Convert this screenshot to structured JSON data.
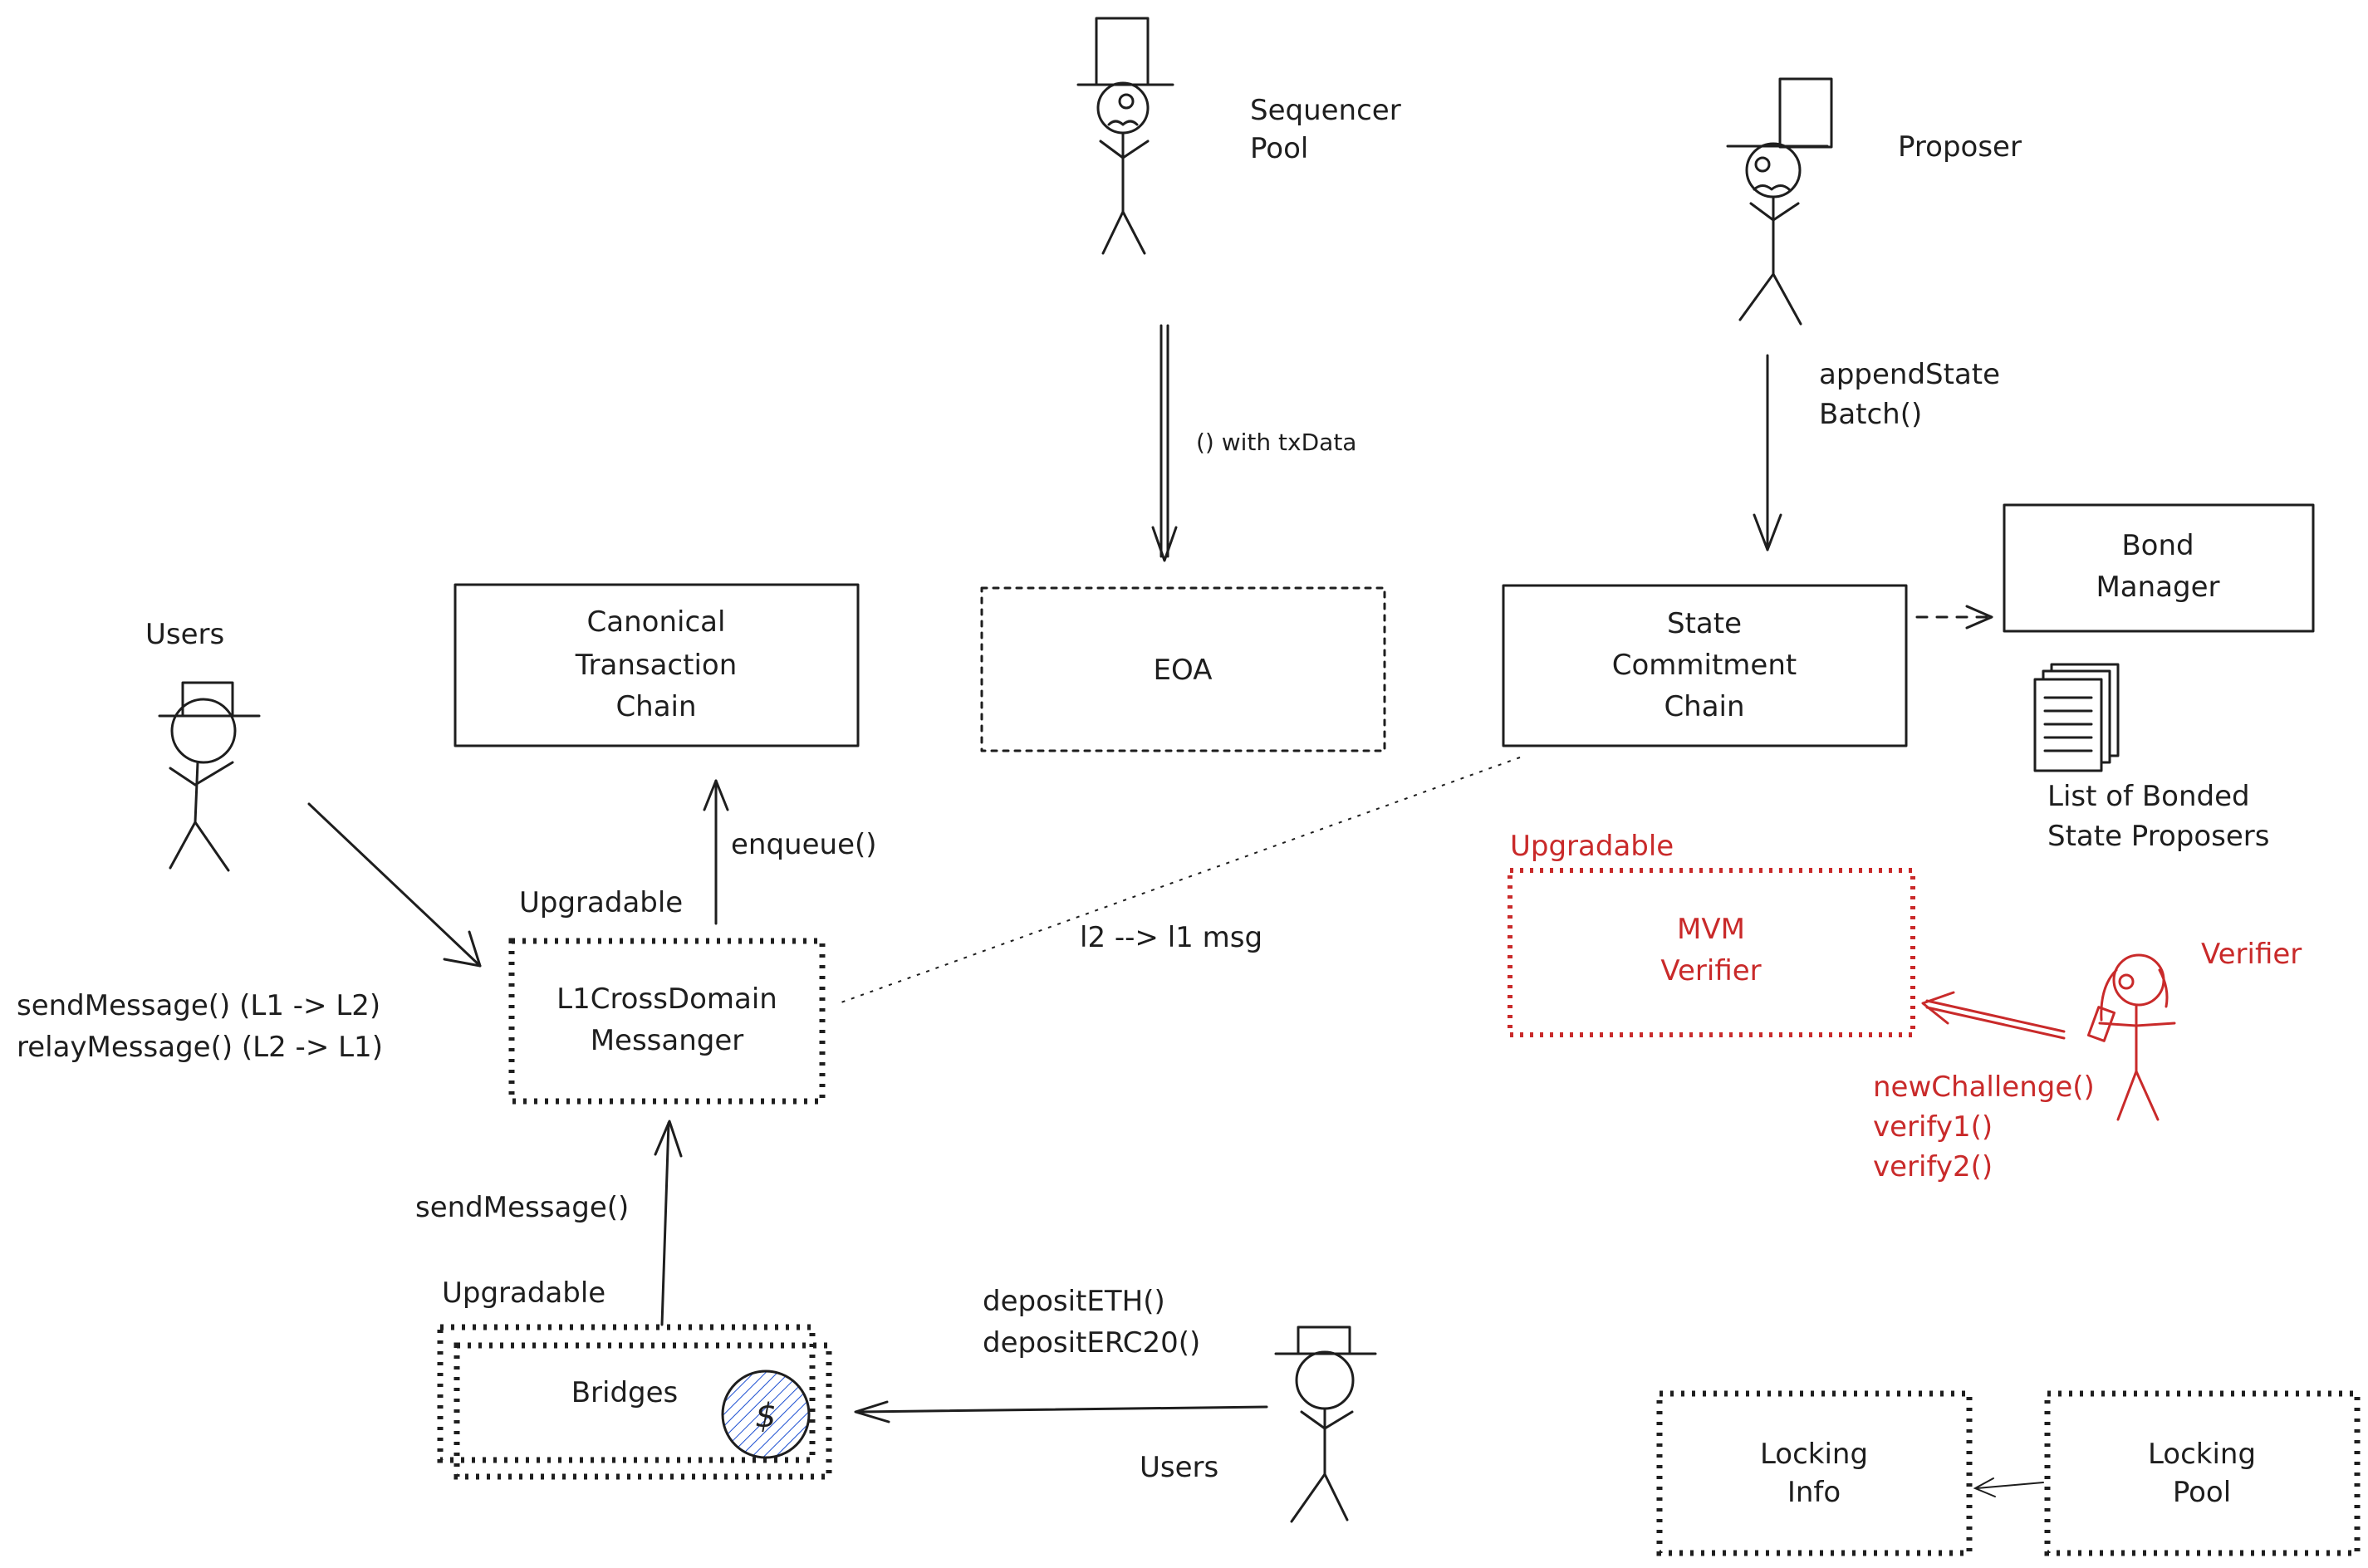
{
  "actors": {
    "sequencer": [
      "Sequencer",
      "Pool"
    ],
    "proposer": "Proposer",
    "users_left": "Users",
    "users_bottom": "Users",
    "verifier": "Verifier"
  },
  "boxes": {
    "ctc": [
      "Canonical",
      "Transaction",
      "Chain"
    ],
    "eoa": "EOA",
    "scc": [
      "State",
      "Commitment",
      "Chain"
    ],
    "bond": [
      "Bond",
      "Manager"
    ],
    "l1cdm": [
      "L1CrossDomain",
      "Messanger"
    ],
    "mvm": [
      "MVM",
      "Verifier"
    ],
    "bridges": "Bridges",
    "locking_info": [
      "Locking",
      "Info"
    ],
    "locking_pool": [
      "Locking",
      "Pool"
    ]
  },
  "labels": {
    "with_txdata": "() with txData",
    "append_state": [
      "appendState",
      "Batch()"
    ],
    "bonded_list": [
      "List of Bonded",
      "State Proposers"
    ],
    "upgradable_mvm": "Upgradable",
    "upgradable_l1cdm": "Upgradable",
    "upgradable_bridges": "Upgradable",
    "enqueue": "enqueue()",
    "l2_l1_msg": "l2 --> l1 msg",
    "send_relay": [
      "sendMessage() (L1 -> L2)",
      "relayMessage() (L2 -> L1)"
    ],
    "send_message": "sendMessage()",
    "deposits": [
      "depositETH()",
      "depositERC20()"
    ],
    "challenges": [
      "newChallenge()",
      "verify1()",
      "verify2()"
    ],
    "dollar": "$"
  },
  "colors": {
    "ink": "#1e1e1e",
    "red": "#c92a2a",
    "blue_hatch": "#1c4fd1"
  }
}
